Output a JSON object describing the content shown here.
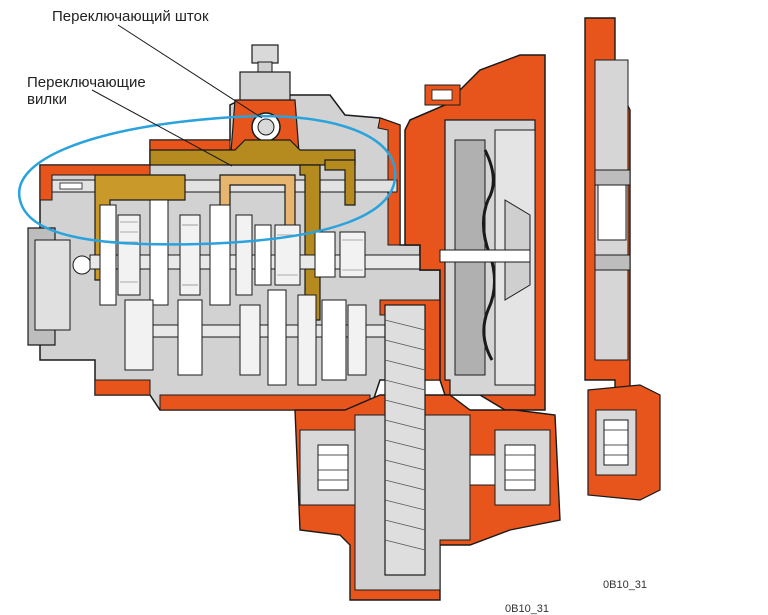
{
  "labels": {
    "shift_rod": "Переключающий шток",
    "shift_forks_line1": "Переключающие",
    "shift_forks_line2": "вилки"
  },
  "codes": {
    "code_1": "0B10_31",
    "code_2": "0B10_31"
  },
  "colors": {
    "housing": "#e8551c",
    "fork": "#b58a1e",
    "fork_light": "#e6b66e",
    "highlight": "#2aa3dd",
    "metal": "#c9c9c9",
    "line": "#1a1a1a"
  }
}
